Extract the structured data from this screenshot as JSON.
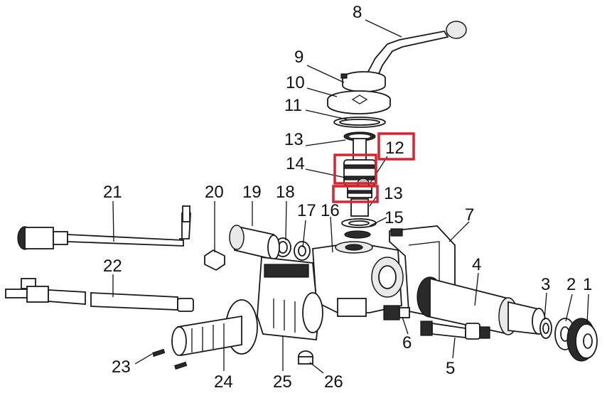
{
  "callouts": [
    {
      "id": "1",
      "text": "1"
    },
    {
      "id": "2",
      "text": "2"
    },
    {
      "id": "3",
      "text": "3"
    },
    {
      "id": "4",
      "text": "4"
    },
    {
      "id": "5",
      "text": "5"
    },
    {
      "id": "6",
      "text": "6"
    },
    {
      "id": "7",
      "text": "7"
    },
    {
      "id": "8",
      "text": "8"
    },
    {
      "id": "9",
      "text": "9"
    },
    {
      "id": "10",
      "text": "10"
    },
    {
      "id": "11",
      "text": "11"
    },
    {
      "id": "12",
      "text": "12"
    },
    {
      "id": "13a",
      "text": "13"
    },
    {
      "id": "13b",
      "text": "13"
    },
    {
      "id": "14",
      "text": "14"
    },
    {
      "id": "15",
      "text": "15"
    },
    {
      "id": "16",
      "text": "16"
    },
    {
      "id": "17",
      "text": "17"
    },
    {
      "id": "18",
      "text": "18"
    },
    {
      "id": "19",
      "text": "19"
    },
    {
      "id": "20",
      "text": "20"
    },
    {
      "id": "21",
      "text": "21"
    },
    {
      "id": "22",
      "text": "22"
    },
    {
      "id": "23",
      "text": "23"
    },
    {
      "id": "24",
      "text": "24"
    },
    {
      "id": "25",
      "text": "25"
    },
    {
      "id": "26",
      "text": "26"
    }
  ],
  "highlight_color": "#d22630"
}
